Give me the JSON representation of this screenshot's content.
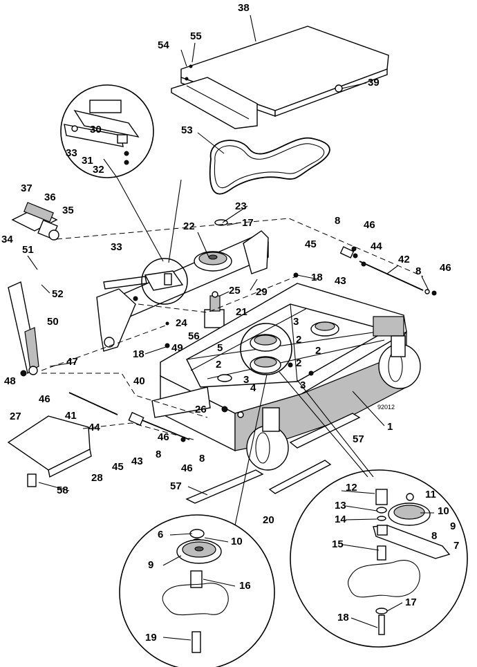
{
  "figure_code": "92012",
  "callouts": [
    "1",
    "2",
    "3",
    "4",
    "5",
    "6",
    "7",
    "8",
    "9",
    "10",
    "11",
    "12",
    "13",
    "14",
    "15",
    "16",
    "17",
    "18",
    "19",
    "20",
    "21",
    "22",
    "23",
    "24",
    "25",
    "26",
    "27",
    "28",
    "29",
    "30",
    "31",
    "32",
    "33",
    "34",
    "35",
    "36",
    "37",
    "38",
    "39",
    "40",
    "41",
    "42",
    "43",
    "44",
    "45",
    "46",
    "47",
    "48",
    "49",
    "50",
    "51",
    "52",
    "53",
    "54",
    "55",
    "56",
    "57",
    "58"
  ]
}
